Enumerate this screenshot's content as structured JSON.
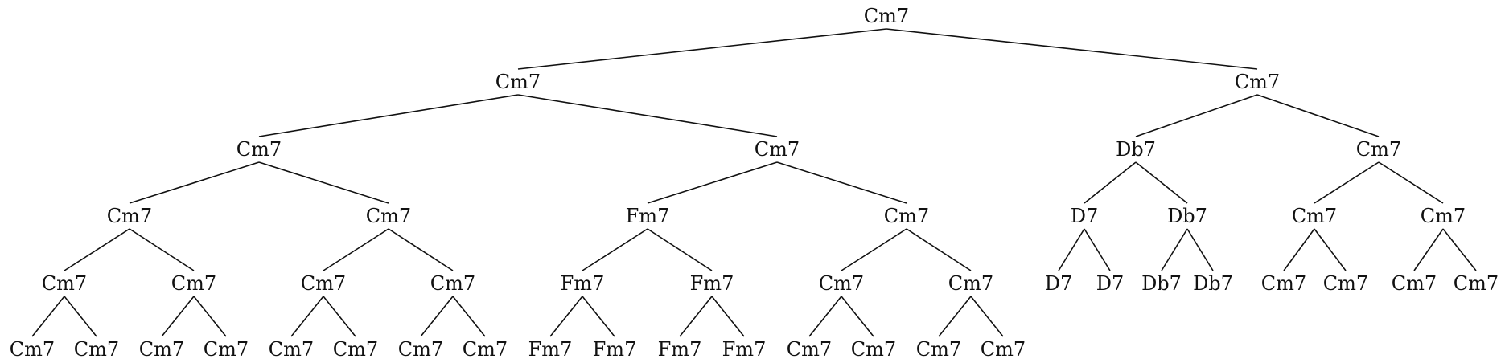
{
  "tree": {
    "label": "Cm7",
    "children": [
      {
        "label": "Cm7",
        "children": [
          {
            "label": "Cm7",
            "children": [
              {
                "label": "Cm7",
                "children": [
                  {
                    "label": "Cm7",
                    "children": [
                      {
                        "label": "Cm7"
                      },
                      {
                        "label": "Cm7"
                      }
                    ]
                  },
                  {
                    "label": "Cm7",
                    "children": [
                      {
                        "label": "Cm7"
                      },
                      {
                        "label": "Cm7"
                      }
                    ]
                  }
                ]
              },
              {
                "label": "Cm7",
                "children": [
                  {
                    "label": "Cm7",
                    "children": [
                      {
                        "label": "Cm7"
                      },
                      {
                        "label": "Cm7"
                      }
                    ]
                  },
                  {
                    "label": "Cm7",
                    "children": [
                      {
                        "label": "Cm7"
                      },
                      {
                        "label": "Cm7"
                      }
                    ]
                  }
                ]
              }
            ]
          },
          {
            "label": "Cm7",
            "children": [
              {
                "label": "Fm7",
                "children": [
                  {
                    "label": "Fm7",
                    "children": [
                      {
                        "label": "Fm7"
                      },
                      {
                        "label": "Fm7"
                      }
                    ]
                  },
                  {
                    "label": "Fm7",
                    "children": [
                      {
                        "label": "Fm7"
                      },
                      {
                        "label": "Fm7"
                      }
                    ]
                  }
                ]
              },
              {
                "label": "Cm7",
                "children": [
                  {
                    "label": "Cm7",
                    "children": [
                      {
                        "label": "Cm7"
                      },
                      {
                        "label": "Cm7"
                      }
                    ]
                  },
                  {
                    "label": "Cm7",
                    "children": [
                      {
                        "label": "Cm7"
                      },
                      {
                        "label": "Cm7"
                      }
                    ]
                  }
                ]
              }
            ]
          }
        ]
      },
      {
        "label": "Cm7",
        "children": [
          {
            "label": "Db7",
            "children": [
              {
                "label": "D7",
                "children": [
                  {
                    "label": "D7"
                  },
                  {
                    "label": "D7"
                  }
                ]
              },
              {
                "label": "Db7",
                "children": [
                  {
                    "label": "Db7"
                  },
                  {
                    "label": "Db7"
                  }
                ]
              }
            ]
          },
          {
            "label": "Cm7",
            "children": [
              {
                "label": "Cm7",
                "children": [
                  {
                    "label": "Cm7"
                  },
                  {
                    "label": "Cm7"
                  }
                ]
              },
              {
                "label": "Cm7",
                "children": [
                  {
                    "label": "Cm7"
                  },
                  {
                    "label": "Cm7"
                  }
                ]
              }
            ]
          }
        ]
      }
    ]
  }
}
